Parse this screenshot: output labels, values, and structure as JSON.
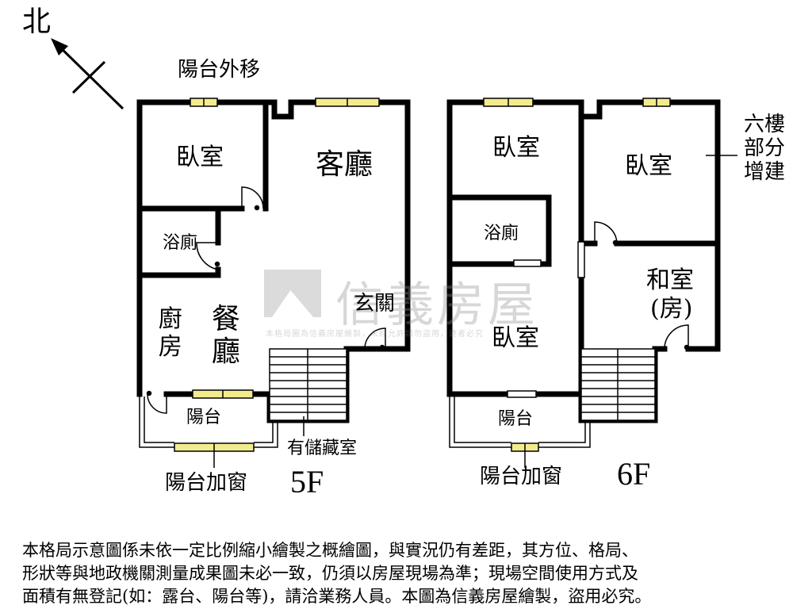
{
  "north": {
    "label": "北"
  },
  "floor5": {
    "name": "5F",
    "rooms": {
      "balcony_moved": "陽台外移",
      "bedroom": "臥室",
      "living": "客廳",
      "bath": "浴廁",
      "kitchen": "廚房",
      "dining": "餐廳",
      "foyer": "玄關",
      "balcony": "陽台",
      "storage": "有儲藏室",
      "window": "陽台加窗"
    }
  },
  "floor6": {
    "name": "6F",
    "rooms": {
      "bedroom_nw": "臥室",
      "bedroom_ne": "臥室",
      "addition": "六樓部分增建",
      "bath": "浴廁",
      "washitsu": "和室",
      "washitsu_note": "(房)",
      "bedroom_center": "臥室",
      "balcony": "陽台",
      "window": "陽台加窗"
    }
  },
  "watermark": {
    "brand": "信義房屋",
    "note": "本格局圖為信義房屋繪製，未經允許請勿盜用，違者必究"
  },
  "disclaimer": {
    "line1": "本格局示意圖係未依一定比例縮小繪製之概繪圖，與實況仍有差距，其方位、格局、",
    "line2": "形狀等與地政機關測量成果圖未必一致，仍須以房屋現場為準；現場空間使用方式及",
    "line3": "面積有無登記(如：露台、陽台等)，請洽業務人員。本圖為信義房屋繪製，盜用必究。"
  }
}
